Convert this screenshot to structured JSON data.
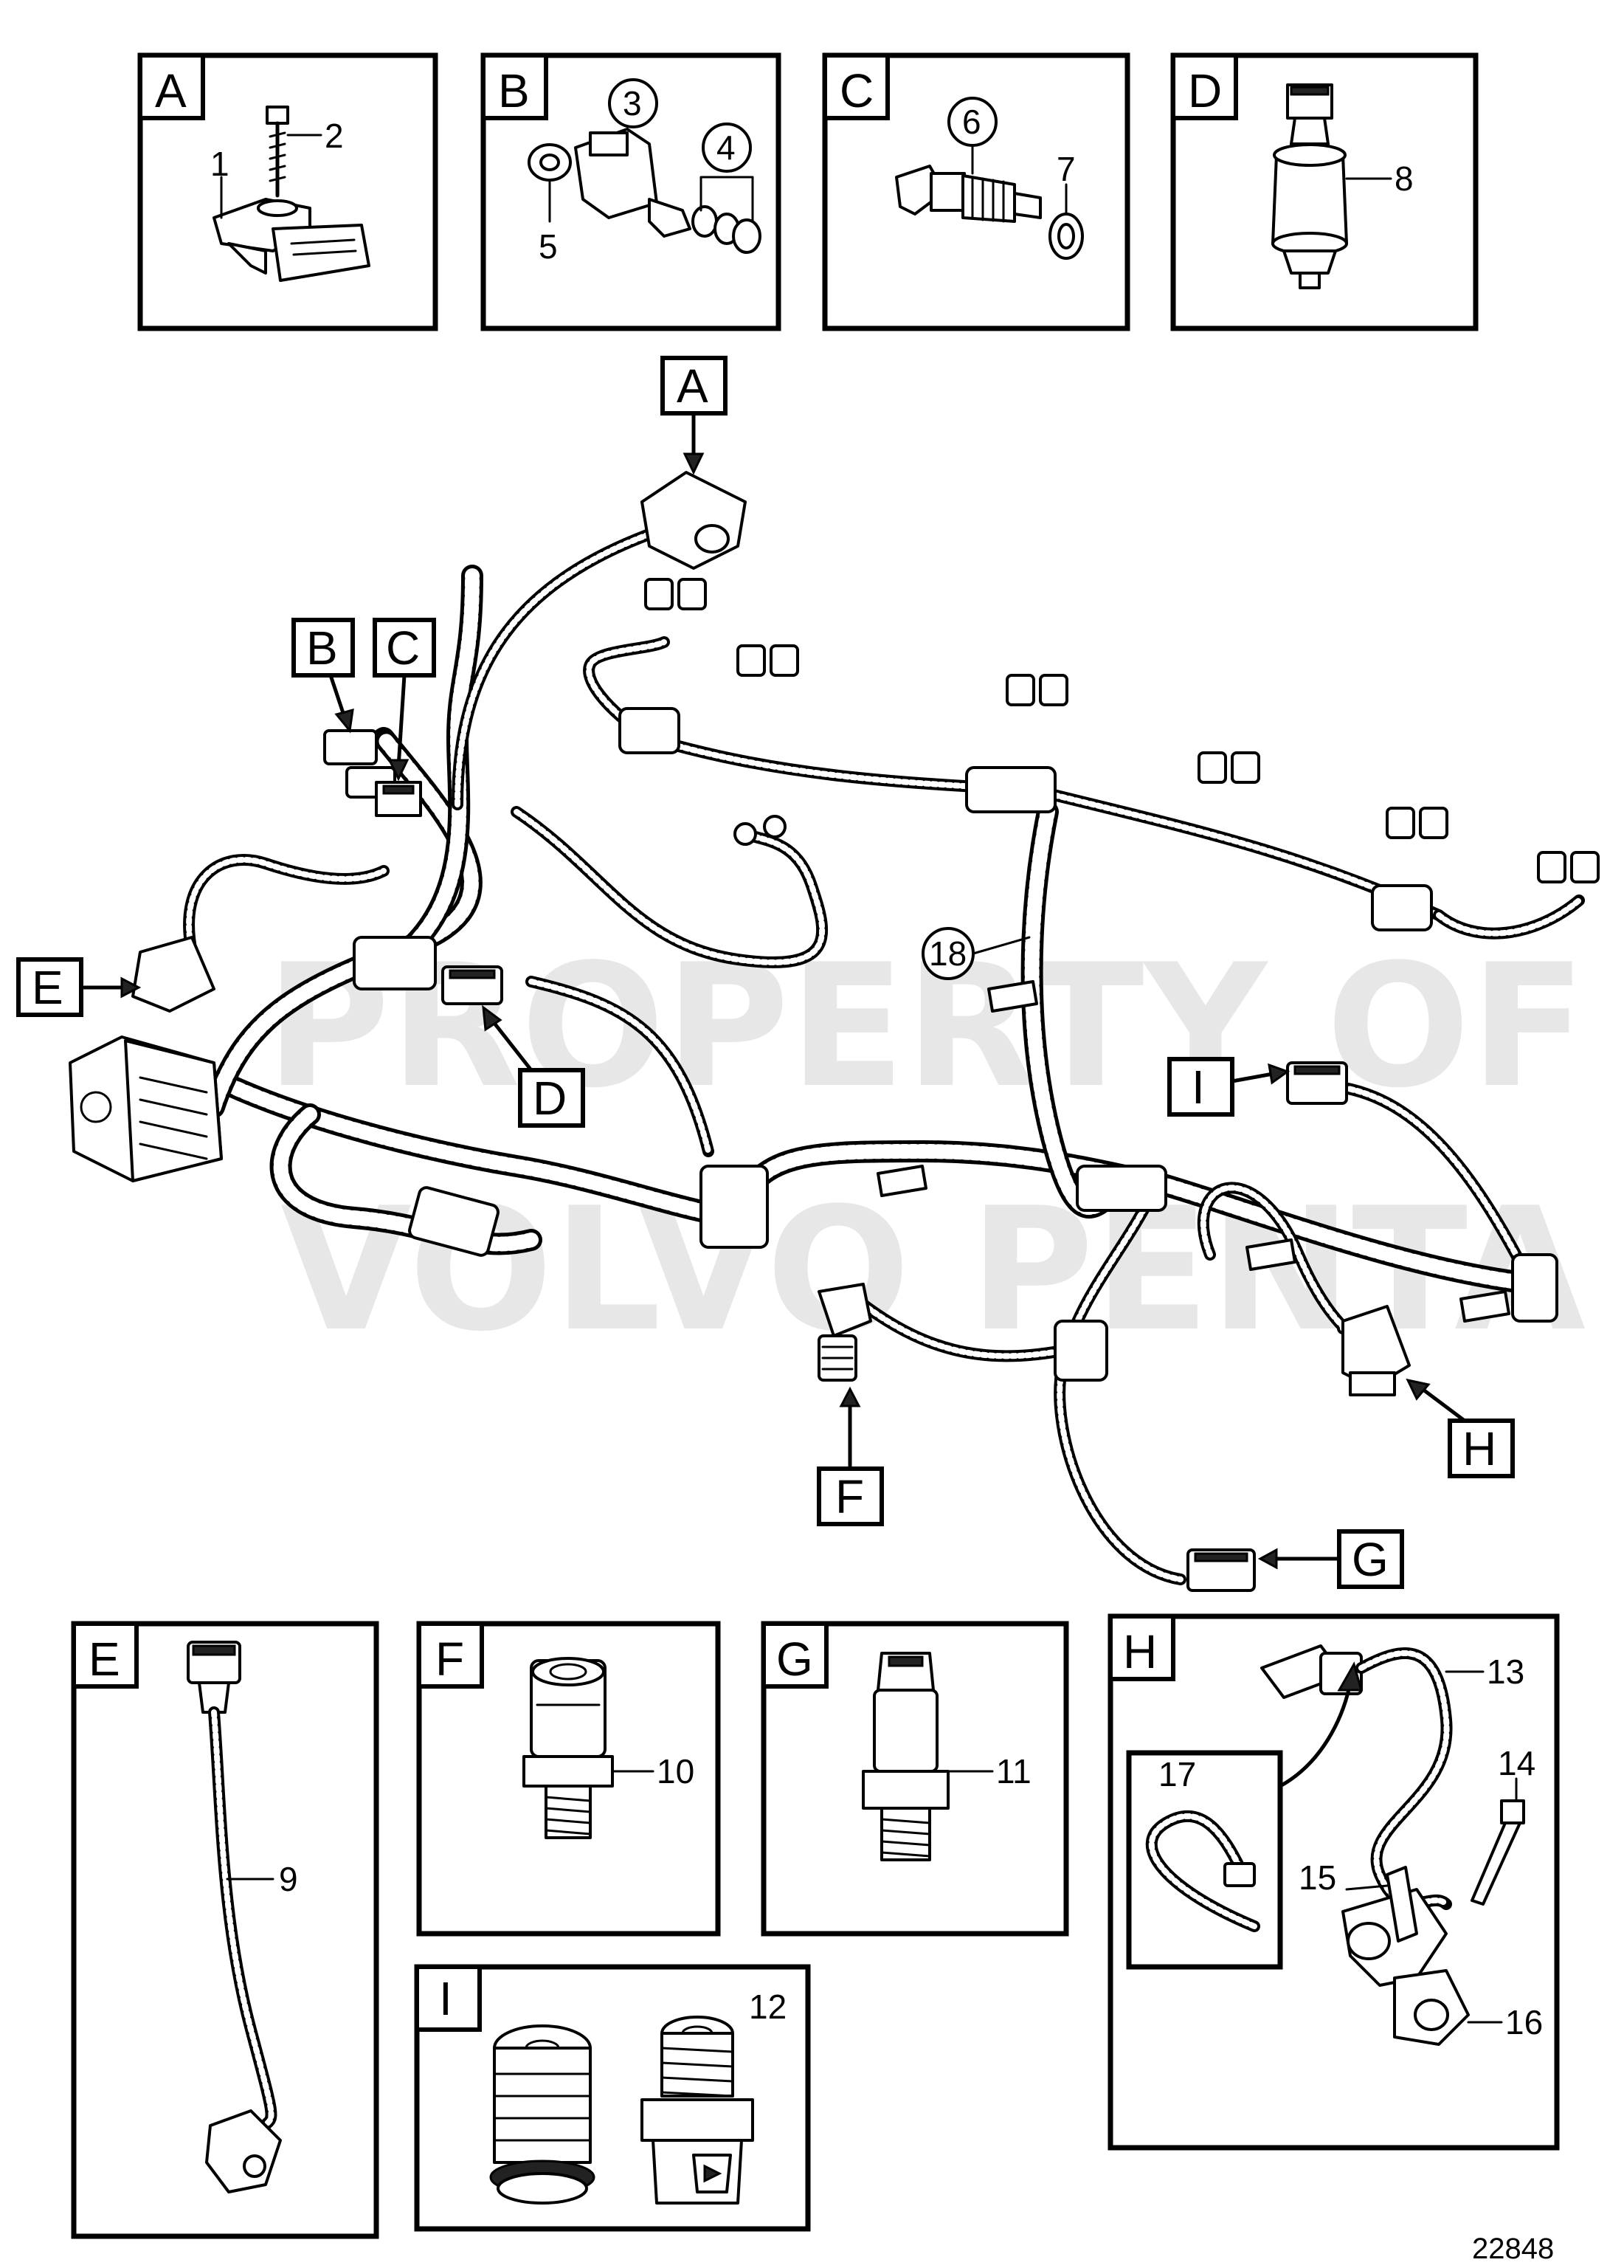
{
  "drawing_number": "22848",
  "watermark": [
    "PROPERTY OF",
    "VOLVO PENTA"
  ],
  "detail_panels": [
    {
      "letter": "A",
      "items": [
        "1",
        "2"
      ]
    },
    {
      "letter": "B",
      "items": [
        "3",
        "4",
        "5"
      ]
    },
    {
      "letter": "C",
      "items": [
        "6",
        "7"
      ]
    },
    {
      "letter": "D",
      "items": [
        "8"
      ]
    },
    {
      "letter": "E",
      "items": [
        "9"
      ]
    },
    {
      "letter": "F",
      "items": [
        "10"
      ]
    },
    {
      "letter": "G",
      "items": [
        "11"
      ]
    },
    {
      "letter": "H",
      "items": [
        "13",
        "14",
        "15",
        "16",
        "17"
      ]
    },
    {
      "letter": "I",
      "items": [
        "12"
      ]
    }
  ],
  "harness_callouts": [
    "A",
    "B",
    "C",
    "D",
    "E",
    "F",
    "G",
    "H",
    "I"
  ],
  "harness_part_number": "18"
}
